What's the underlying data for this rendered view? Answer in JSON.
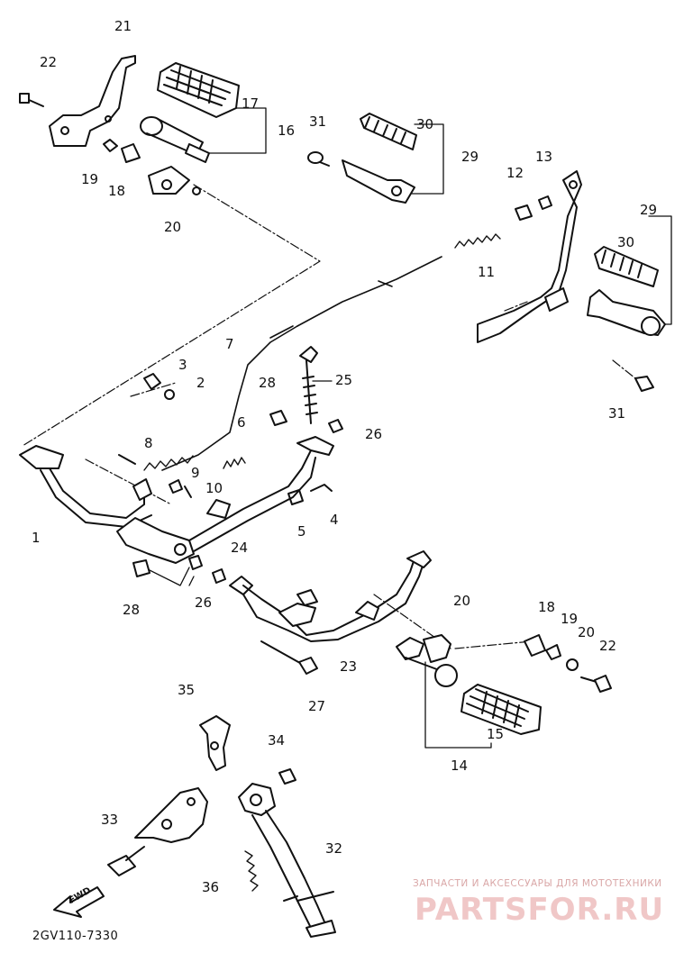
{
  "diagram_code": "2GV110-7330",
  "watermark": {
    "tagline": "ЗАПЧАСТИ И АКСЕССУАРЫ ДЛЯ МОТОТЕХНИКИ",
    "logo": "PARTSFOR.RU"
  },
  "fwd_arrow_label": "FWD",
  "part_numbers": [
    "21",
    "22",
    "17",
    "16",
    "31",
    "30",
    "29",
    "13",
    "12",
    "19",
    "18",
    "20",
    "11",
    "29",
    "30",
    "7",
    "3",
    "2",
    "28",
    "25",
    "31",
    "8",
    "6",
    "26",
    "9",
    "10",
    "1",
    "4",
    "5",
    "24",
    "28",
    "26",
    "20",
    "18",
    "19",
    "20",
    "22",
    "23",
    "27",
    "15",
    "14",
    "35",
    "34",
    "33",
    "32",
    "36"
  ]
}
